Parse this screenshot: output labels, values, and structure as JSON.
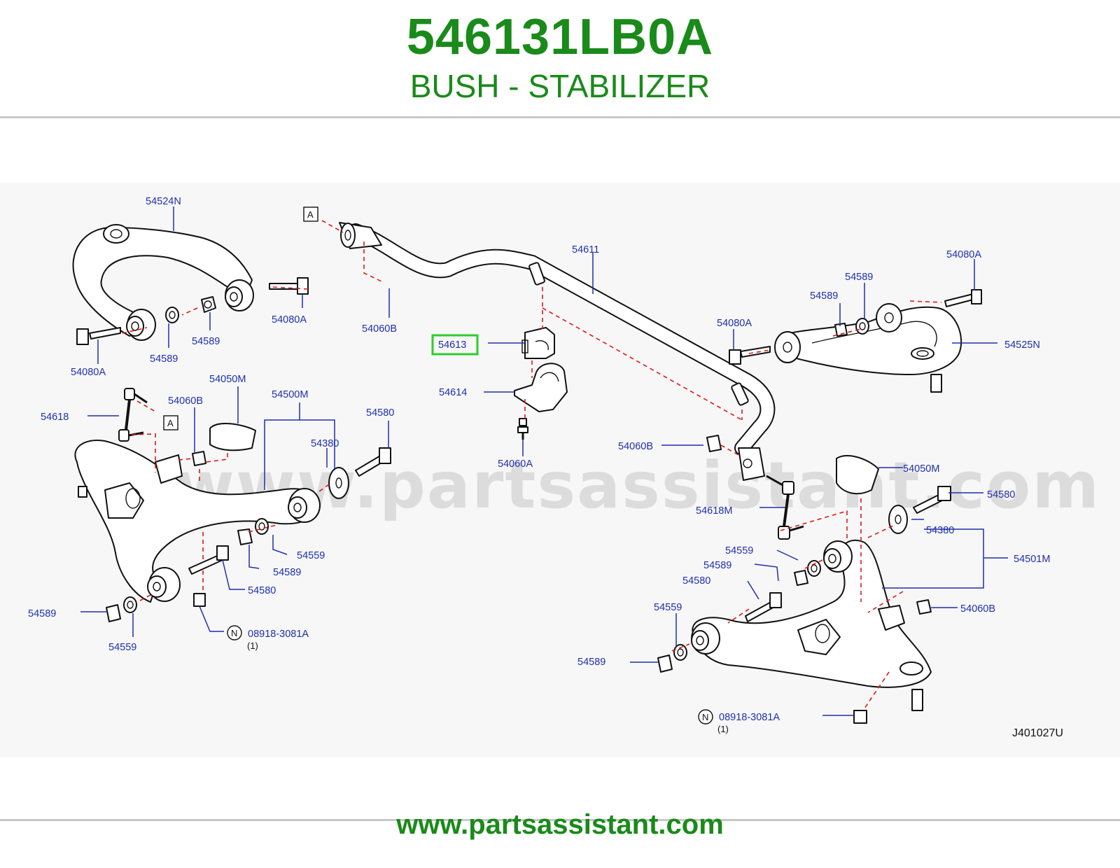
{
  "header": {
    "part_number": "546131LB0A",
    "part_description": "BUSH - STABILIZER"
  },
  "diagram": {
    "watermark": "www.partsassistant.com",
    "ref_code": "J401027U",
    "highlighted_callout": "54613",
    "highlight_color": "#2ccf2c",
    "callouts": [
      "54524N",
      "54080A",
      "54589",
      "54589",
      "54080A",
      "54060B",
      "54611",
      "54080A",
      "54589",
      "54589",
      "54080A",
      "54525N",
      "54613",
      "54614",
      "54060A",
      "54618",
      "54060B",
      "54050M",
      "54500M",
      "54380",
      "54580",
      "54559",
      "54589",
      "54580",
      "54589",
      "54559",
      "08918-3081A",
      "(1)",
      "54060B",
      "54050M",
      "54580",
      "54618M",
      "54380",
      "54501M",
      "54559",
      "54589",
      "54580",
      "54559",
      "54589",
      "54060B",
      "08918-3081A",
      "(1)"
    ],
    "view_markers": [
      "A",
      "A"
    ],
    "note_symbols": [
      "N",
      "N"
    ]
  },
  "footer": {
    "url": "www.partsassistant.com"
  },
  "colors": {
    "brand_green": "#1a8a1a",
    "callout_blue": "#1f2fae",
    "leader_red": "#e01818"
  }
}
